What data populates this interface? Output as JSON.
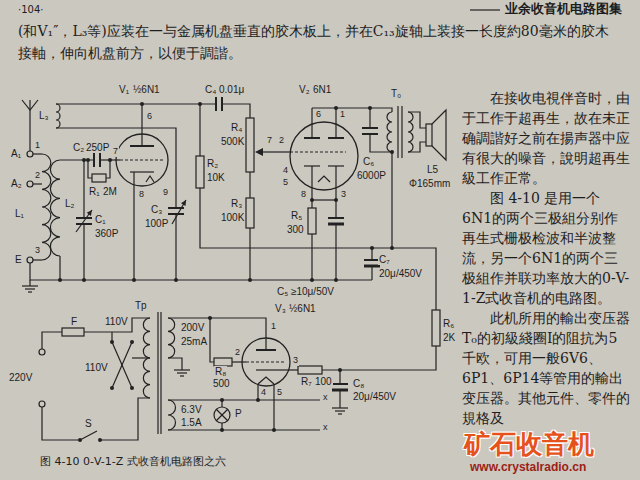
{
  "diagram": {
    "caption": "图 4-10  0-V-1-Z 式收音机电路图之六",
    "labels": [
      "·104·",
      "业余收音机电路图集",
      "(和V₁″，L₃等)应装在一与金属机盘垂直的胶木板上，并在C₁₃旋轴上装接一长度約80毫米的胶木接軸，伸向机盘前方，以便于調諧。",
      "在接收电視伴音时，由于工作于超再生，故在未正确調諧好之前在揚声器中应有很大的噪音，說明超再生級工作正常。",
      "图 4-10 是用一个6N1的两个三极組分别作再生式栅极检波和半波整流，另一个6N1的两个三极組作并联功率放大的0-V-1-Z式收音机的电路图。",
      "此机所用的輸出变压器T₀的初級綫圈Ⅰ的阻抗为5千欧，可用一般6V6、6P1、6P14等管用的輸出变压器。其他元件、零件的規格及",
      "矿石收音机",
      "www.crystalradio.cn",
      "A₁",
      "A₂",
      "E",
      "1",
      "2",
      "3",
      "L₁",
      "L₂",
      "L₃",
      "C₁",
      "360P",
      "C₂",
      "250P",
      "R₁",
      "2M",
      "V₁",
      "½6N1",
      "6",
      "7",
      "8",
      "9",
      "C₃",
      "100P",
      "R₂",
      "10K",
      "C₄",
      "0.01μ",
      "R₄",
      "500K",
      "R₃",
      "100K",
      "V₂",
      "6N1",
      "6",
      "1",
      "7",
      "2",
      "8",
      "3",
      "4",
      "5",
      "R₅",
      "300",
      "C₅",
      "≥10μ/50V",
      "C₇",
      "20μ/450V",
      "C₆",
      "6000P",
      "T₀",
      "L5",
      "Φ165mm",
      "Tp",
      "F",
      "220V",
      "110V",
      "110V",
      "S",
      "200V",
      "25mA",
      "6.3V",
      "1.5A",
      "P",
      "V₃",
      "½6N1",
      "1",
      "2",
      "3",
      "4",
      "5",
      "R₈",
      "500",
      "R₇",
      "100",
      "C₈",
      "20μ/450V",
      "R₆",
      "2K",
      "x",
      "x"
    ]
  }
}
